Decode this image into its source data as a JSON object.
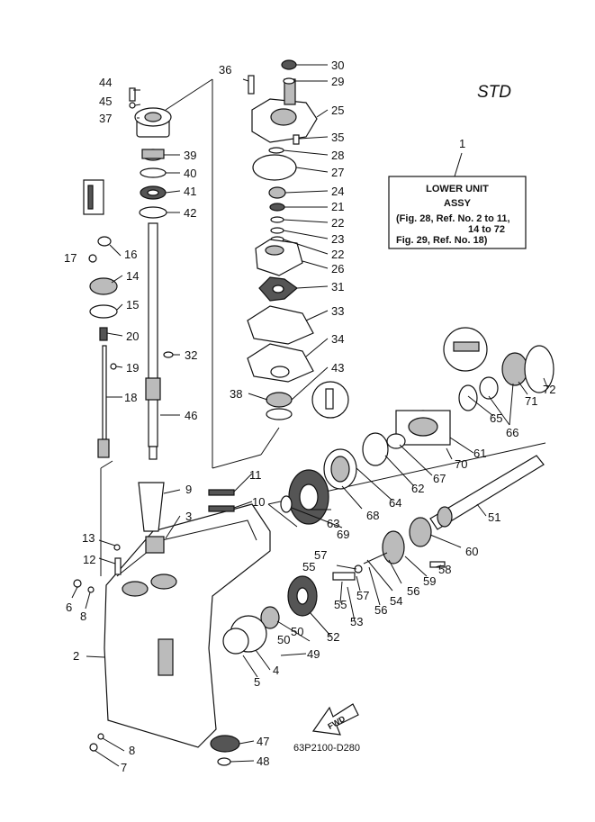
{
  "std_label": "STD",
  "drawing_code": "63P2100-D280",
  "fwd_label": "FWD",
  "assembly_box": {
    "ref": "1",
    "title": "LOWER UNIT",
    "subtitle": "ASSY",
    "line1": "(Fig. 28, Ref. No. 2 to 11,",
    "line2": "14 to 72",
    "line3": "Fig. 29, Ref. No. 18)"
  },
  "part_numbers": [
    "2",
    "3",
    "4",
    "5",
    "6",
    "7",
    "8",
    "9",
    "10",
    "11",
    "12",
    "13",
    "14",
    "15",
    "16",
    "17",
    "18",
    "19",
    "20",
    "21",
    "22",
    "23",
    "24",
    "25",
    "26",
    "27",
    "28",
    "29",
    "30",
    "31",
    "32",
    "33",
    "34",
    "35",
    "36",
    "37",
    "38",
    "39",
    "40",
    "41",
    "42",
    "43",
    "44",
    "45",
    "46",
    "47",
    "48",
    "49",
    "50",
    "51",
    "52",
    "53",
    "54",
    "55",
    "56",
    "57",
    "58",
    "59",
    "60",
    "61",
    "62",
    "63",
    "64",
    "65",
    "66",
    "67",
    "68",
    "69",
    "70",
    "71",
    "72"
  ]
}
